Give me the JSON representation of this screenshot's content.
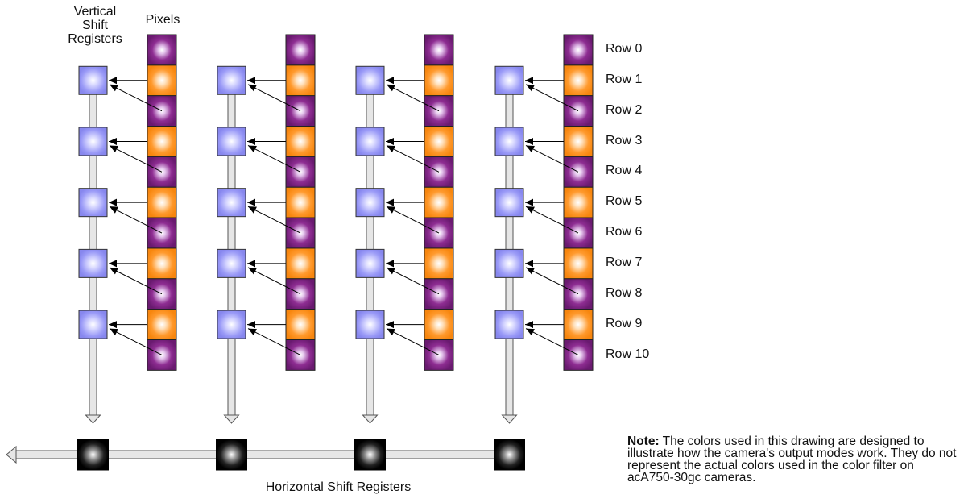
{
  "labels": {
    "vertical_registers_line1": "Vertical",
    "vertical_registers_line2": "Shift",
    "vertical_registers_line3": "Registers",
    "pixels": "Pixels",
    "horizontal_registers": "Horizontal Shift Registers"
  },
  "rows": [
    "Row 0",
    "Row 1",
    "Row 2",
    "Row 3",
    "Row 4",
    "Row 5",
    "Row 6",
    "Row 7",
    "Row 8",
    "Row 9",
    "Row 10"
  ],
  "note": {
    "prefix": "Note:",
    "text": " The colors used in this drawing are designed to illustrate how the camera's output modes work. They do not represent the actual colors used in the color filter on acA750-30gc cameras."
  },
  "colors": {
    "pixel_purple": "#7a1e7e",
    "pixel_orange": "#ff8c1a",
    "register_blue": "#8f8ff7",
    "horizontal_register": "#000000",
    "shaft_fill": "#e6e6e6"
  },
  "structure": {
    "columns": 4,
    "pixel_rows": 11,
    "vertical_registers_per_column": 5
  }
}
